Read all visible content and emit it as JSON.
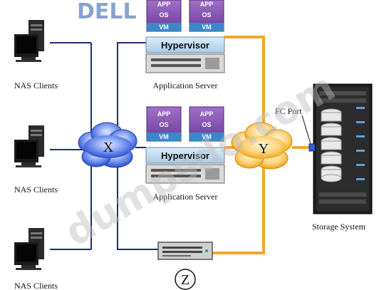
{
  "logo_text": "DELL",
  "watermark": "dumpsdo.com",
  "labels": {
    "nas_clients": "NAS Clients",
    "nas_clients_bottom": "NAS Clients",
    "app_server": "Application Server",
    "storage_system": "Storage System",
    "fc_port": "FC Port"
  },
  "vm_stack": {
    "app": "APP",
    "os": "OS",
    "vm": "VM"
  },
  "hypervisor": "Hypervisor",
  "nodes": {
    "x": "X",
    "y": "Y",
    "z": "Z"
  },
  "colors": {
    "ip_link": "#1f2a80",
    "fc_link": "#f2a72b",
    "cloud_x": "#3f62d8",
    "cloud_y": "#f6b432"
  }
}
